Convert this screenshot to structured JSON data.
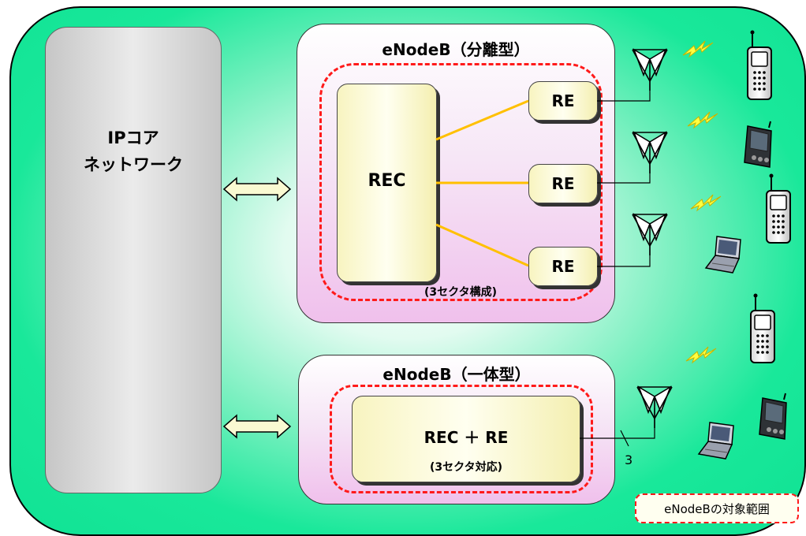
{
  "ip_core": {
    "line1": "IPコア",
    "line2": "ネットワーク"
  },
  "enodeb_separated": {
    "title": "eNodeB（分離型）",
    "rec_label": "REC",
    "re_labels": [
      "RE",
      "RE",
      "RE"
    ],
    "sector_note": "(3セクタ構成)"
  },
  "enodeb_integrated": {
    "title": "eNodeB（一体型）",
    "unit_label": "REC ＋ RE",
    "sector_note": "(3セクタ対応)",
    "line_count": "3"
  },
  "legend": {
    "label": "eNodeBの対象範囲"
  },
  "colors": {
    "background": "#19e89a",
    "dashed_border": "#ff1a1a",
    "connector": "#ffc000",
    "arrow_fill": "#fafad2"
  },
  "icons": [
    "double-arrow-icon",
    "antenna-icon",
    "lightning-icon",
    "mobile-phone-icon",
    "pda-icon",
    "laptop-icon"
  ]
}
